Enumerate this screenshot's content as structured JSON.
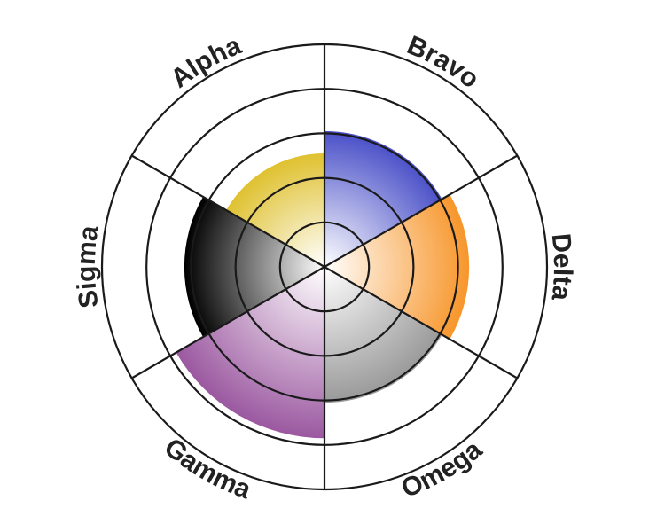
{
  "chart_data": {
    "type": "polar-area",
    "title": "",
    "categories": [
      "Bravo",
      "Delta",
      "Omega",
      "Gamma",
      "Sigma",
      "Alpha"
    ],
    "values": [
      61,
      65,
      61,
      77,
      63,
      51
    ],
    "colors": [
      "#4a50c8",
      "#f7962b",
      "#999999",
      "#9b58a0",
      "#000000",
      "#dfc130"
    ],
    "rlim": [
      0,
      100
    ],
    "rings": 5,
    "grid": true,
    "legend": "none"
  }
}
